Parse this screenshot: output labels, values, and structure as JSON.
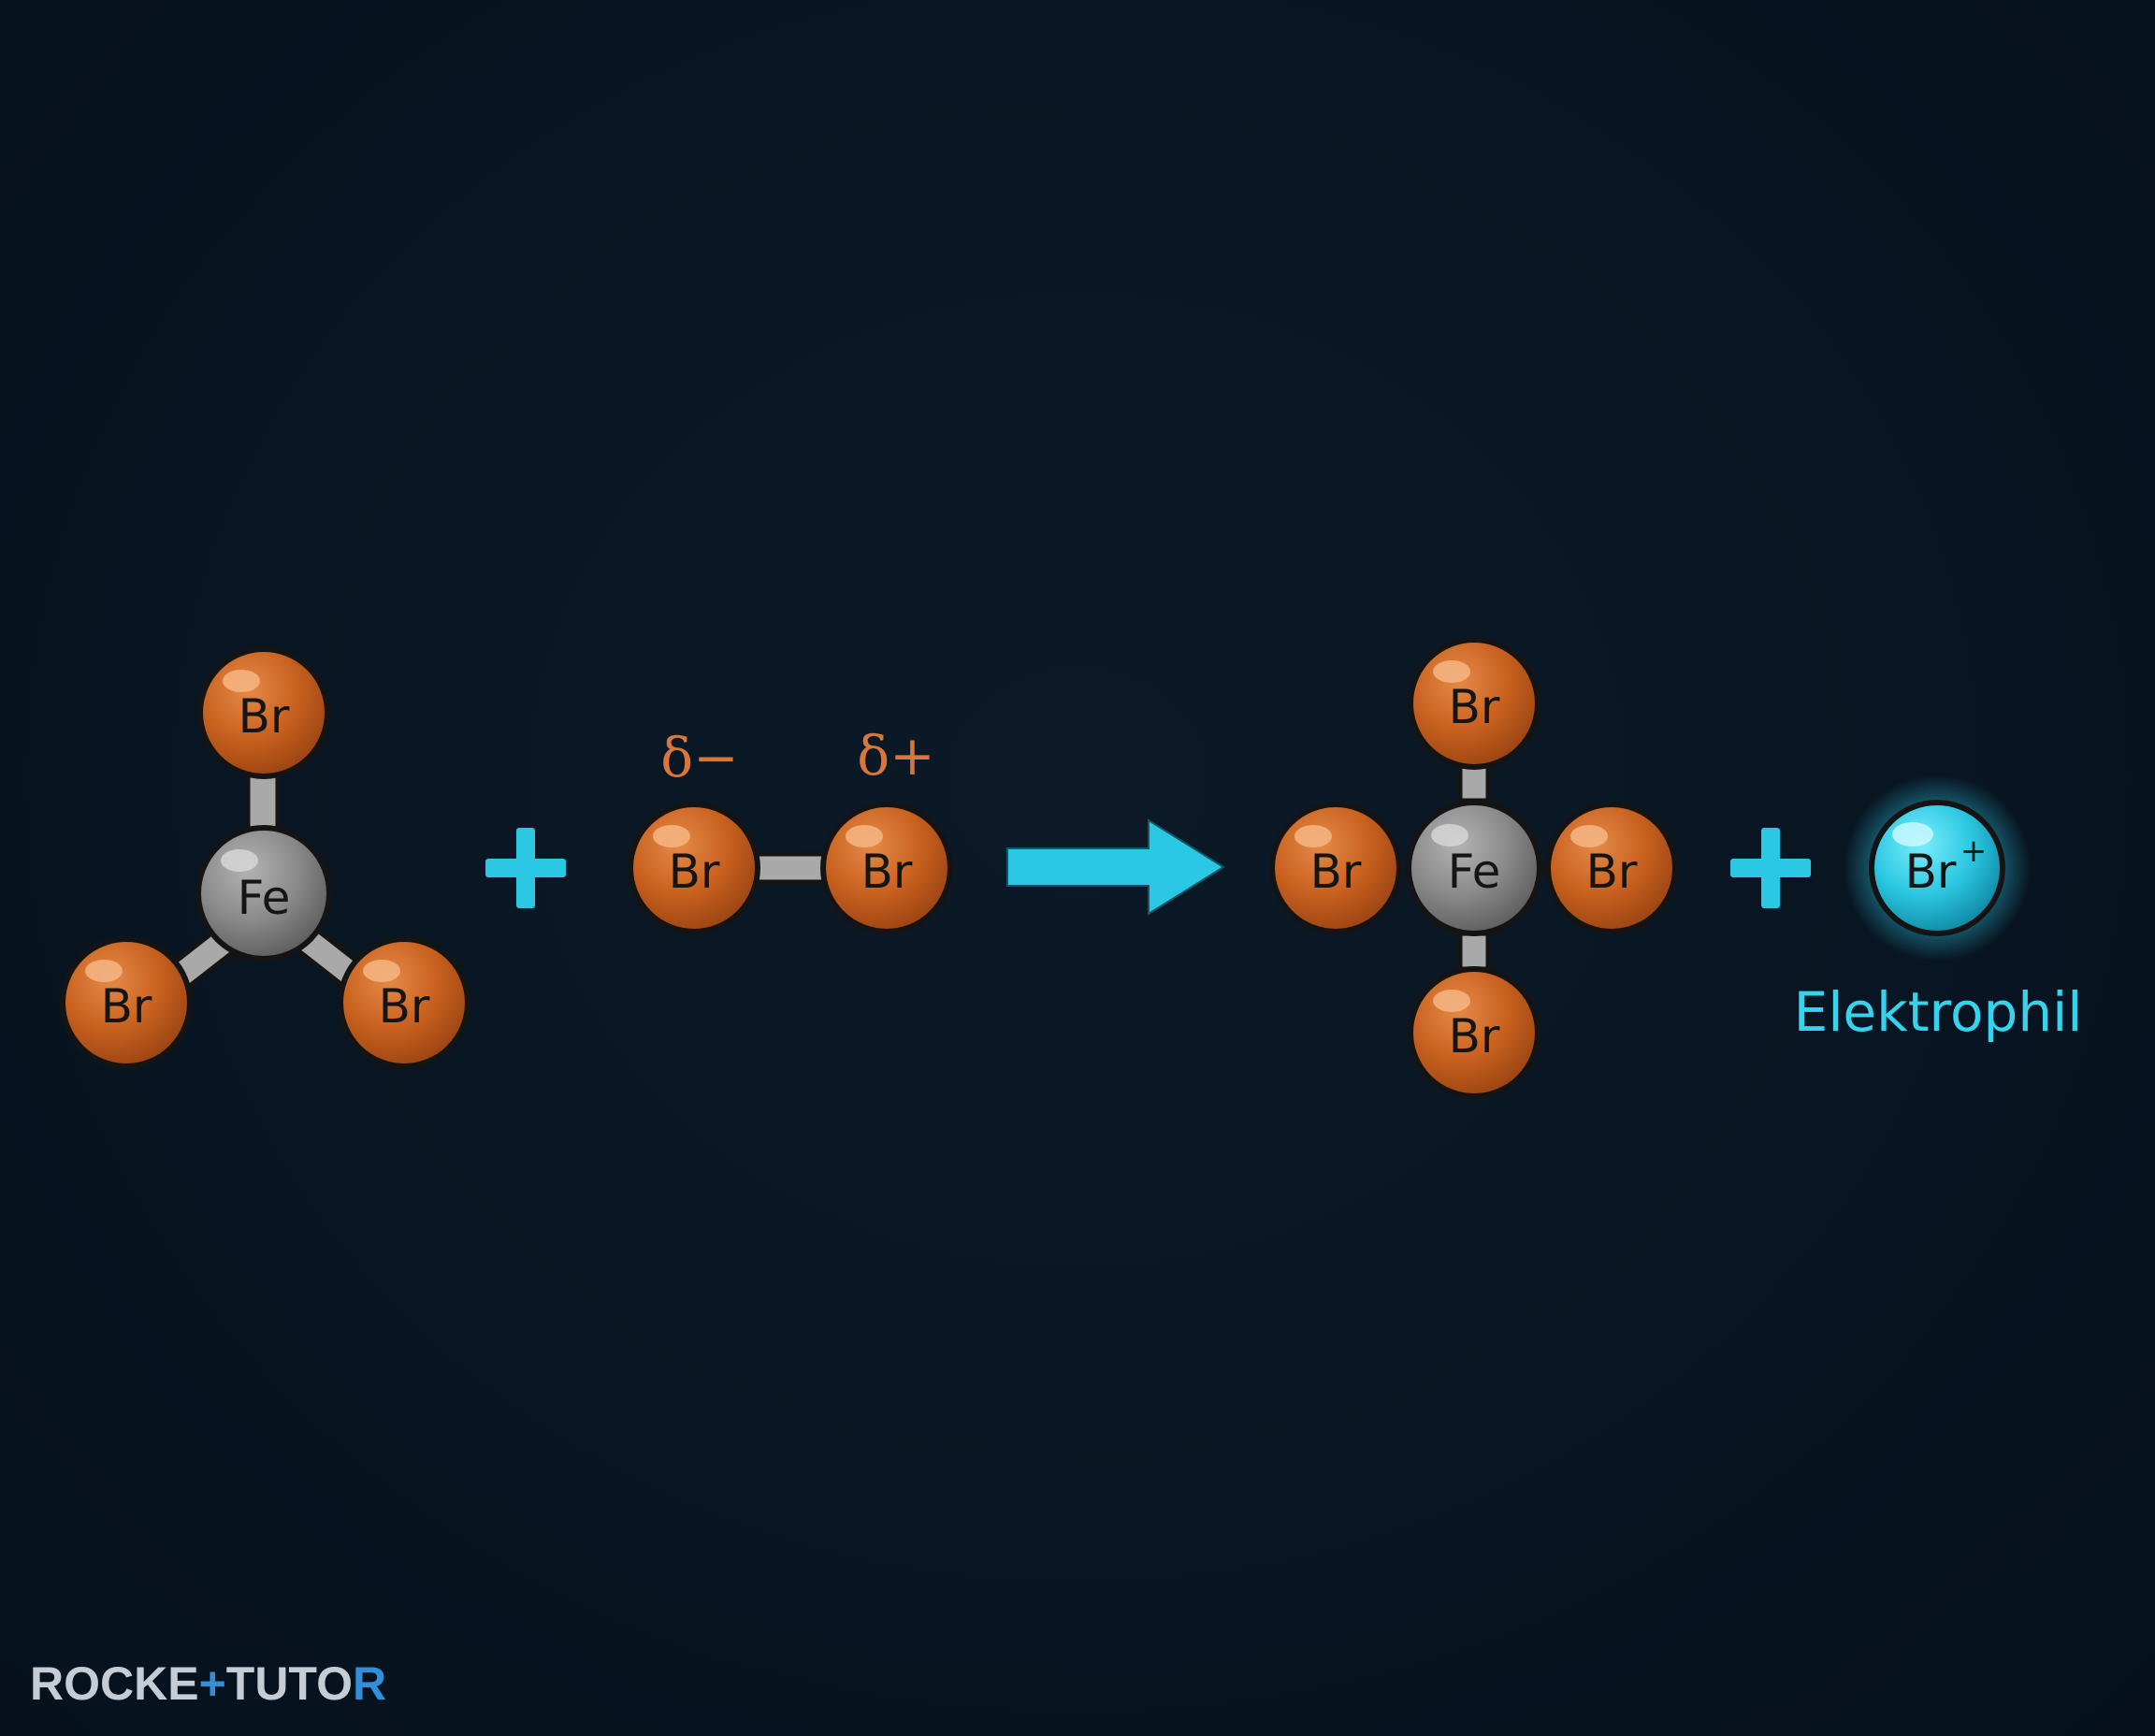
{
  "colors": {
    "bromine": "#c9611f",
    "iron": "#8a8a8a",
    "bond": "#a9a9a9",
    "accent": "#2cc7e2",
    "charge": "#d9773a",
    "outline": "#141414"
  },
  "reactant1": {
    "center": "Fe",
    "ligands": [
      "Br",
      "Br",
      "Br"
    ]
  },
  "operator1": "+",
  "reactant2": {
    "atoms": [
      "Br",
      "Br"
    ],
    "charges": [
      "δ−",
      "δ+"
    ]
  },
  "arrow": "reaction-arrow",
  "product1": {
    "center": "Fe",
    "ligands": [
      "Br",
      "Br",
      "Br",
      "Br"
    ]
  },
  "operator2": "+",
  "product2": {
    "label": "Br",
    "charge": "+",
    "caption": "Elektrophil"
  },
  "logo": {
    "part1": "ROCKE",
    "part2": "+",
    "part3": "TUTO",
    "part4": "R"
  }
}
